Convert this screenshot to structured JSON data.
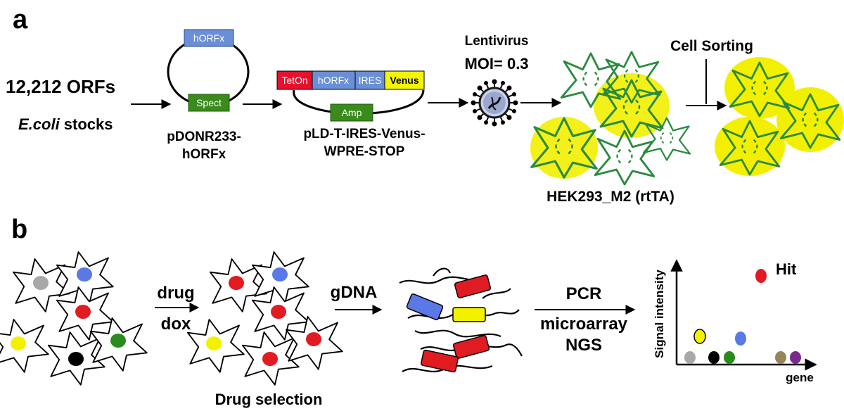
{
  "panel_a": {
    "label": "a",
    "orf_count": "12,212 ORFs",
    "stocks_italic": "E.coli",
    "stocks_rest": " stocks",
    "donor_vector": {
      "insert": "hORFx",
      "marker": "Spect",
      "name_line1": "pDONR233-",
      "name_line2": "hORFx"
    },
    "dest_vector": {
      "segments": [
        "TetOn",
        "hORFx",
        "IRES",
        "Venus"
      ],
      "marker": "Amp",
      "name_line1": "pLD-T-IRES-Venus-",
      "name_line2": "WPRE-STOP"
    },
    "virus_line1": "Lentivirus",
    "virus_line2": "MOI= 0.3",
    "cells_label": "HEK293_M2 (rtTA)",
    "sorting_label": "Cell Sorting"
  },
  "panel_b": {
    "label": "b",
    "drug_label": "drug",
    "dox_label": "dox",
    "selection_label": "Drug selection",
    "gdna_label": "gDNA",
    "methods": [
      "PCR",
      "microarray",
      "NGS"
    ],
    "y_axis": "Signal intensity",
    "x_axis": "gene",
    "hit_label": "Hit"
  },
  "colors": {
    "tet_red": "#e8112d",
    "orf_blue": "#6a8fd6",
    "venus_yellow": "#f5f500",
    "marker_green": "#3a8a1c",
    "cell_green": "#2a8a3e",
    "glow_yellow": "#f2f000",
    "dot_red": "#e11b22",
    "dot_blue": "#5a78e6",
    "dot_grey": "#a8a8a8",
    "dot_black": "#000000",
    "dot_green": "#2b8a1e",
    "dot_yellow": "#f2f200",
    "dot_olive": "#938757",
    "dot_purple": "#7a2a8c"
  }
}
